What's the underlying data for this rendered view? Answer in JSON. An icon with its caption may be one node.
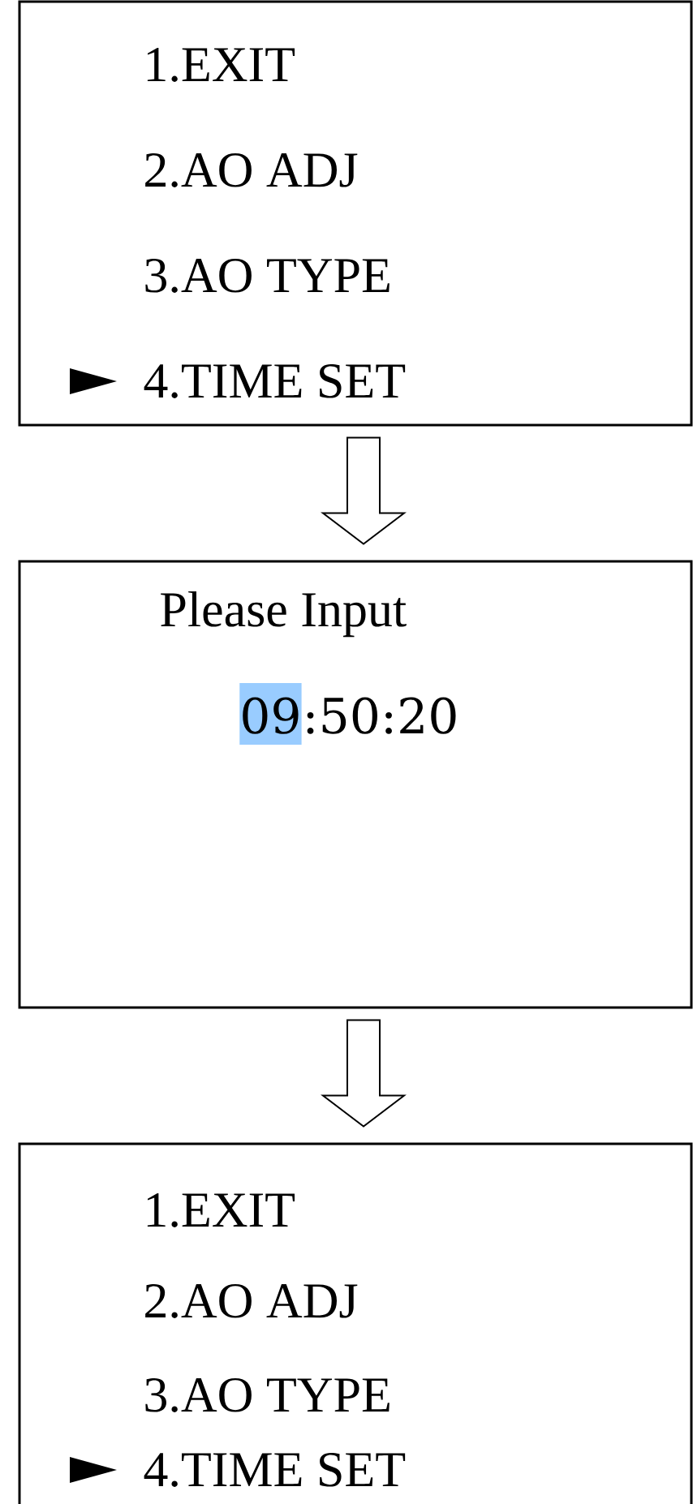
{
  "diagram": {
    "nodes": [
      {
        "text": [
          "1.EXIT",
          "2.AO ADJ",
          "3.AO TYPE",
          "4.TIME SET"
        ]
      },
      {
        "text": [
          "Please Input",
          "09",
          ":50:20"
        ]
      },
      {
        "text": [
          "1.EXIT",
          "2.AO ADJ",
          "3.AO TYPE",
          "4.TIME SET"
        ]
      }
    ],
    "edges": [
      {
        "from": 0,
        "to": 1,
        "arrow": "to"
      },
      {
        "from": 1,
        "to": 2,
        "arrow": "to"
      }
    ]
  }
}
